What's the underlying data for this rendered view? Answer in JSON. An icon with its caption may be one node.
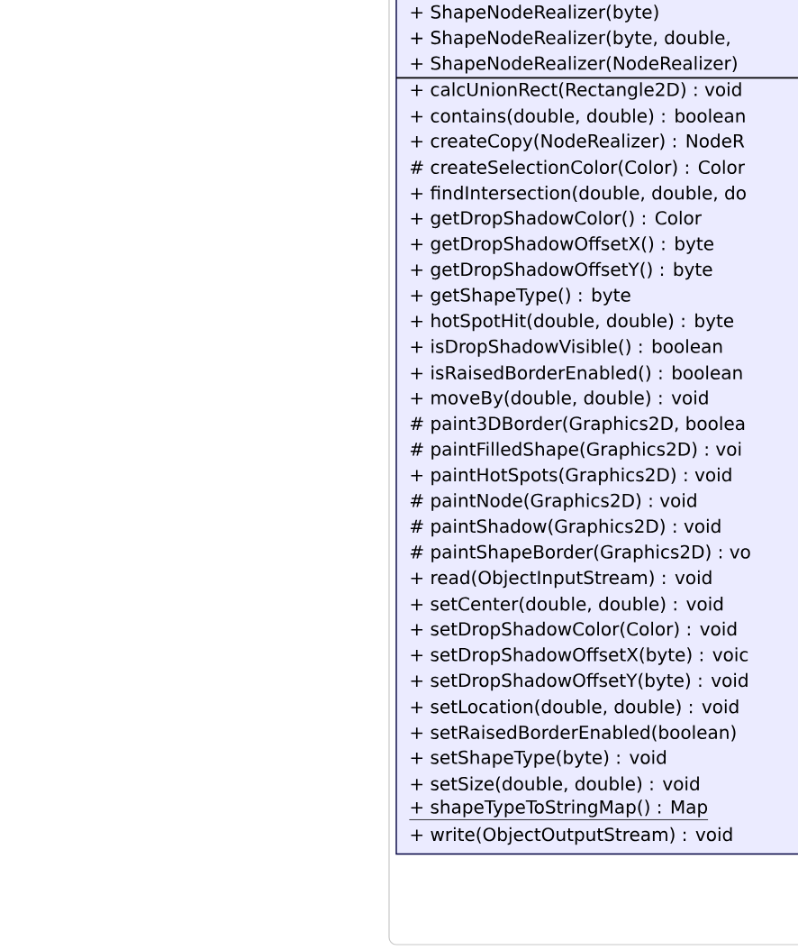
{
  "diagram": {
    "nodes": [
      {
        "text": [
          "+ ShapeNodeRealizer(byte)",
          "+ ShapeNodeRealizer(byte, double,",
          "+ ShapeNodeRealizer(NodeRealizer)",
          "+ calcUnionRect(Rectangle2D) : void",
          "+ contains(double, double) : boolean",
          "+ createCopy(NodeRealizer) : NodeR",
          "# createSelectionColor(Color) : Color",
          "+ findIntersection(double, double, do",
          "+ getDropShadowColor() : Color",
          "+ getDropShadowOffsetX() : byte",
          "+ getDropShadowOffsetY() : byte",
          "+ getShapeType() : byte",
          "+ hotSpotHit(double, double) : byte",
          "+ isDropShadowVisible() : boolean",
          "+ isRaisedBorderEnabled() : boolean",
          "+ moveBy(double, double) : void",
          "# paint3DBorder(Graphics2D, boolea",
          "# paintFilledShape(Graphics2D) : voi",
          "+ paintHotSpots(Graphics2D) : void",
          "# paintNode(Graphics2D) : void",
          "# paintShadow(Graphics2D) : void",
          "# paintShapeBorder(Graphics2D) : vo",
          "+ read(ObjectInputStream) : void",
          "+ setCenter(double, double) : void",
          "+ setDropShadowColor(Color) : void",
          "+ setDropShadowOffsetX(byte) : voic",
          "+ setDropShadowOffsetY(byte) : void",
          "+ setLocation(double, double) : void",
          "+ setRaisedBorderEnabled(boolean)",
          "+ setShapeType(byte) : void",
          "+ setSize(double, double) : void",
          "+ shapeTypeToStringMap() : Map",
          "+ write(ObjectOutputStream) : void"
        ]
      }
    ]
  }
}
